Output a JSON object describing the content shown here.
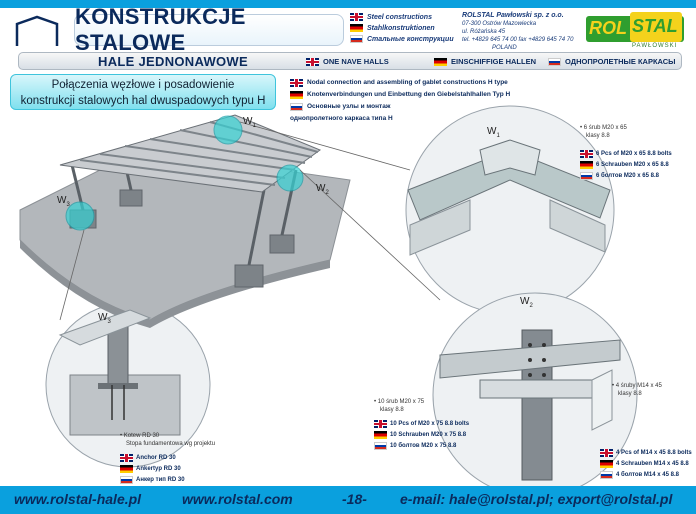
{
  "header": {
    "title": "KONSTRUKCJE STALOWE",
    "lang_en": "Steel constructions",
    "lang_de": "Stahlkonstruktionen",
    "lang_ru": "Стальные конструкции",
    "company_name": "ROLSTAL Pawłowski sp. z o.o.",
    "company_addr1": "07-300 Ostrów Mazowiecka",
    "company_addr2": "ul. Różańska 45",
    "company_phone": "tel. +4829 645 74 00 fax +4829 645 74 70",
    "company_country": "POLAND",
    "brand_rol": "ROL",
    "brand_stal": "STAL",
    "brand_sub": "PAWŁOWSKI"
  },
  "subheader": {
    "title": "HALE JEDNONAWOWE",
    "en": "ONE NAVE HALLS",
    "de": "EINSCHIFFIGE HALLEN",
    "ru": "ОДНОПРОЛЕТНЫЕ КАРКАСЫ"
  },
  "caption": {
    "line1": "Połączenia węzłowe i posadowienie",
    "line2": "konstrukcji stalowych hal dwuspadowych typu H"
  },
  "notes": {
    "en": "Nodal connection and assembling of gablet constructions H type",
    "de": "Knotenverbindungen und Einbettung den Giebelstahlhallen Typ H",
    "ru1": "Основные узлы и монтаж",
    "ru2": "однопролетного каркаса типа Н"
  },
  "w1": {
    "label": "W",
    "sub": "1",
    "pl1": "• 6 śrub M20 x 65",
    "pl2": "klasy 8.8",
    "en": "6 Pcs of M20 x 65  8.8 bolts",
    "de": "6 Schrauben M20 x 65  8.8",
    "ru": "6 болтов M20 x 65  8.8"
  },
  "w2": {
    "label": "W",
    "sub": "2",
    "pl1": "• 10 śrub M20 x 75",
    "pl2": "klasy 8.8",
    "en": "10 Pcs of M20 x 75  8.8 bolts",
    "de": "10 Schrauben M20 x 75  8.8",
    "ru": "10 болтов M20 x 75  8.8",
    "b_pl1": "• 4 śruby M14 x 45",
    "b_pl2": "klasy 8.8",
    "b_en": "4 Pcs of M14 x 45  8.8 bolts",
    "b_de": "4 Schrauben M14 x 45  8.8",
    "b_ru": "4 болтов M14 x 45  8.8"
  },
  "w3": {
    "label": "W",
    "sub": "3",
    "pl1": "• Kotew RD 30",
    "pl2": "Stopa fundamentowa wg projektu",
    "en": "Anchor RD 30",
    "de": "Ankertyp RD 30",
    "ru": "Анкер тип RD 30"
  },
  "overview_labels": {
    "w1": "W",
    "w1_sub": "1",
    "w2": "W",
    "w2_sub": "2",
    "w3": "W",
    "w3_sub": "3"
  },
  "footer": {
    "site1": "www.rolstal-hale.pl",
    "site2": "www.rolstal.com",
    "page": "-18-",
    "email": "e-mail: hale@rolstal.pl; export@rolstal.pl"
  },
  "colors": {
    "accent_blue": "#0aa0de",
    "navy": "#0b2a5c",
    "brand_green": "#2f9e2f",
    "brand_yellow": "#f4d21c"
  }
}
